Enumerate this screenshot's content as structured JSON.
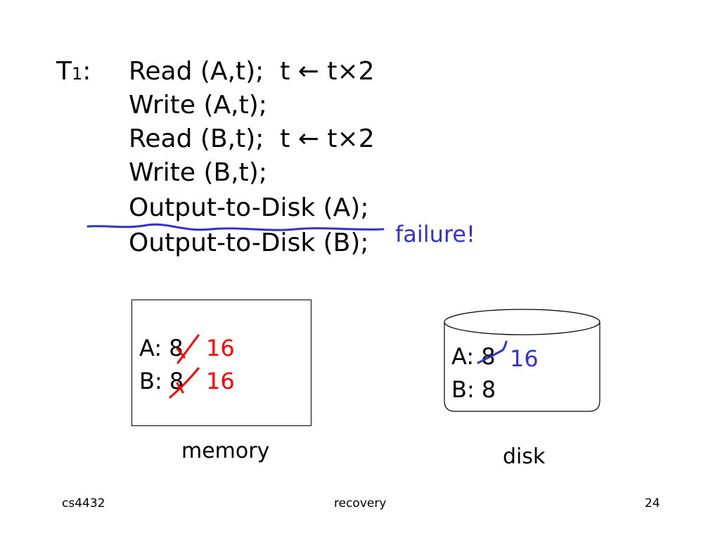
{
  "transaction": {
    "label_main": "T",
    "label_sub": "1",
    "label_colon": ":",
    "lines": [
      "Read (A,t);  t ← t×2",
      "Write (A,t);",
      "Read (B,t);  t ← t×2",
      "Write (B,t);",
      "Output-to-Disk (A);",
      "Output-to-Disk (B);"
    ]
  },
  "failure_annotation": "failure!",
  "memory": {
    "caption": "memory",
    "rows": [
      {
        "label": "A:",
        "old": "8",
        "new": "16"
      },
      {
        "label": "B:",
        "old": "8",
        "new": "16"
      }
    ]
  },
  "disk": {
    "caption": "disk",
    "rows": [
      {
        "label": "A:",
        "old": "8",
        "new": "16"
      },
      {
        "label": "B:",
        "value": "8"
      }
    ]
  },
  "footer": {
    "left": "cs4432",
    "center": "recovery",
    "right": "24"
  },
  "colors": {
    "memory_update": "#ff0000",
    "disk_update": "#3333cc",
    "failure_line": "#3333cc"
  }
}
